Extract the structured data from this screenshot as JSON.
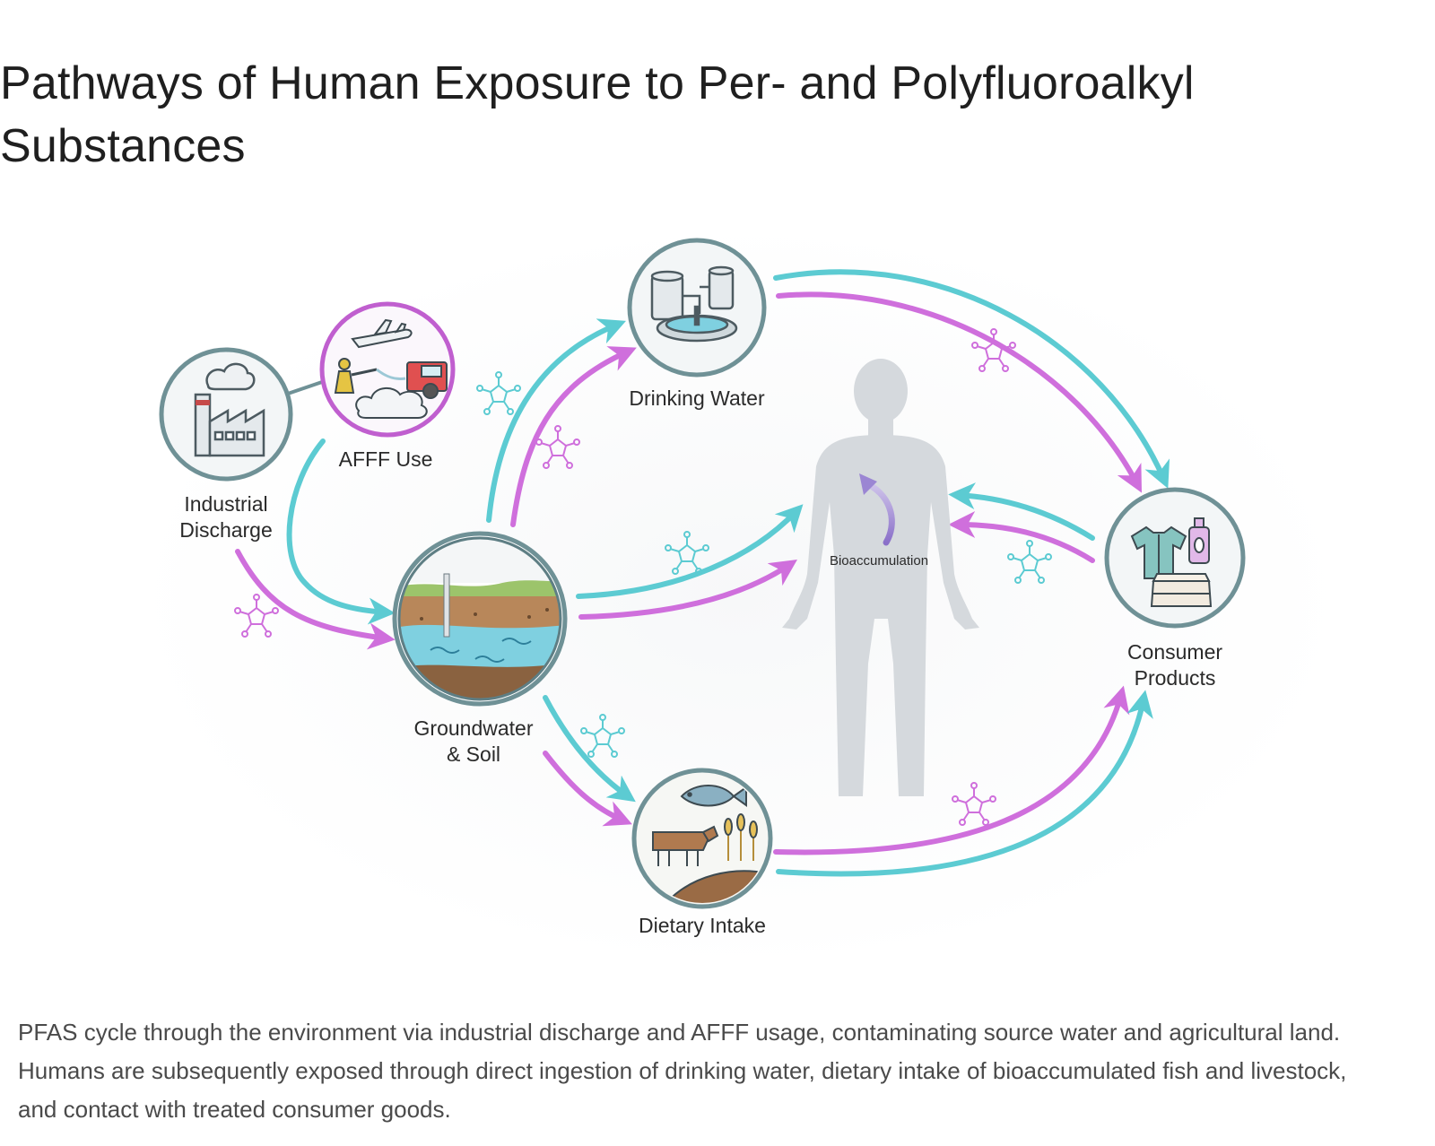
{
  "title": "Pathways of Human Exposure to Per- and Polyfluoroalkyl Substances",
  "nodes": {
    "industrial": {
      "line1": "Industrial",
      "line2": "Discharge",
      "icon": "factory-icon"
    },
    "afff": {
      "label": "AFFF Use",
      "icon": "firefighting-icon"
    },
    "groundwater": {
      "line1": "Groundwater",
      "line2": "& Soil",
      "icon": "soil-layers-icon"
    },
    "drinking": {
      "label": "Drinking Water",
      "icon": "water-treatment-icon"
    },
    "dietary": {
      "label": "Dietary Intake",
      "icon": "fish-cow-wheat-icon"
    },
    "consumer": {
      "line1": "Consumer",
      "line2": "Products",
      "icon": "shirt-bottle-box-icon"
    },
    "human": {
      "label": "Bioaccumulation",
      "icon": "human-silhouette-icon"
    }
  },
  "colors": {
    "teal": "#5ccbd2",
    "magenta": "#cf6fdc",
    "ring": "#7fa3a8",
    "body": "#d5d9dd"
  },
  "caption": "PFAS cycle through the environment via industrial discharge and AFFF usage, contaminating source water and agricultural land. Humans are subsequently exposed through direct ingestion of drinking water, dietary intake of bioaccumulated fish and livestock, and contact with treated consumer goods."
}
